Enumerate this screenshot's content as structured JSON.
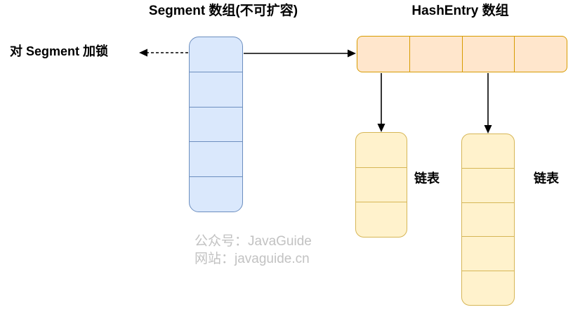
{
  "diagram": {
    "titles": {
      "segment_array": "Segment 数组(不可扩容)",
      "hashentry_array": "HashEntry 数组"
    },
    "lock_label": "对 Segment 加锁",
    "arrays": {
      "segment": {
        "cells": 5,
        "fill": "#dae8fc",
        "border": "#6c8ebf"
      },
      "hashentry": {
        "cells": 4,
        "fill": "#ffe6cc",
        "border": "#d79b00"
      },
      "linked_list_1": {
        "label": "链表",
        "cells": 3,
        "fill": "#fff2cc",
        "border": "#d6b656"
      },
      "linked_list_2": {
        "label": "链表",
        "cells": 5,
        "fill": "#fff2cc",
        "border": "#d6b656"
      }
    },
    "arrow_color": "#000000"
  },
  "watermark": {
    "line1": "公众号：JavaGuide",
    "line2": "网站：javaguide.cn",
    "color": "#c2c2c2"
  }
}
